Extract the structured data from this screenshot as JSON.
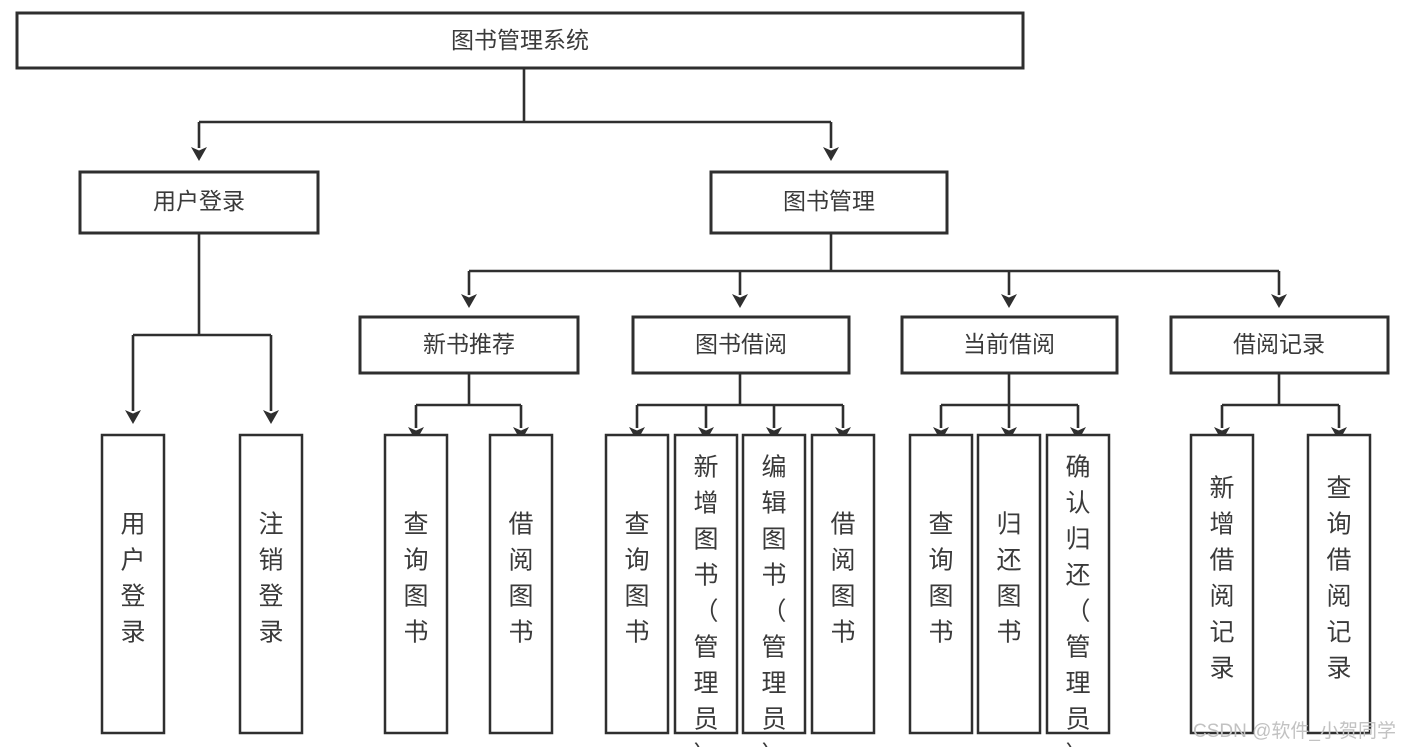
{
  "diagram": {
    "title": "图书管理系统",
    "type": "tree-hierarchy",
    "orientation": "top-down",
    "colors": {
      "background": "#ffffff",
      "box_stroke": "#2f2f2f",
      "box_fill": "#ffffff",
      "text": "#3a3a3a",
      "connector": "#2f2f2f",
      "watermark": "#c2c2c2"
    },
    "root": {
      "label": "图书管理系统"
    },
    "level1": [
      {
        "label": "用户登录"
      },
      {
        "label": "图书管理"
      }
    ],
    "level2": [
      {
        "label": "新书推荐"
      },
      {
        "label": "图书借阅"
      },
      {
        "label": "当前借阅"
      },
      {
        "label": "借阅记录"
      }
    ],
    "leaves": {
      "user_login": [
        {
          "label": "用户登录"
        },
        {
          "label": "注销登录"
        }
      ],
      "new_book_recommend": [
        {
          "label": "查询图书"
        },
        {
          "label": "借阅图书"
        }
      ],
      "book_borrow": [
        {
          "label": "查询图书"
        },
        {
          "label": "新增图书（管理员）"
        },
        {
          "label": "编辑图书（管理员）"
        },
        {
          "label": "借阅图书"
        }
      ],
      "current_borrow": [
        {
          "label": "查询图书"
        },
        {
          "label": "归还图书"
        },
        {
          "label": "确认归还（管理员）"
        }
      ],
      "borrow_record": [
        {
          "label": "新增借阅记录"
        },
        {
          "label": "查询借阅记录"
        }
      ]
    },
    "watermark": "CSDN @软件_小贺同学"
  }
}
